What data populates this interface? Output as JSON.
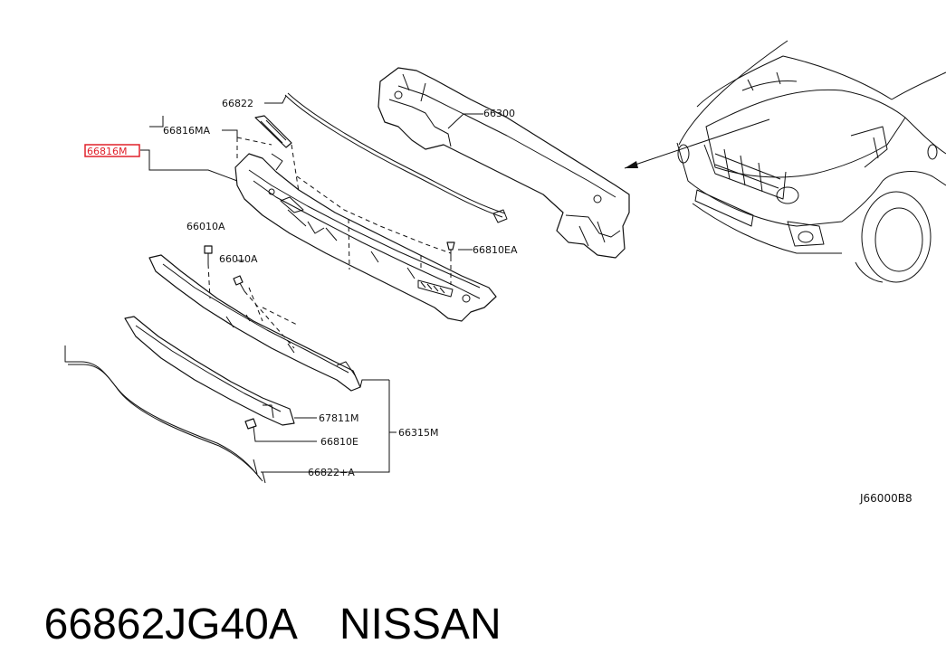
{
  "diagram": {
    "code": "J66000B8",
    "labels": {
      "p66822": "66822",
      "p66816MA": "66816MA",
      "p66816M": "66816M",
      "p66300": "66300",
      "p66010A_1": "66010A",
      "p66010A_2": "66010A",
      "p66810EA": "66810EA",
      "p67811M": "67811M",
      "p66810E": "66810E",
      "p66315M": "66315M",
      "p66822A": "66822+A"
    },
    "highlight_color": "#e0202a"
  },
  "caption": {
    "part_number": "66862JG40A",
    "brand": "NISSAN"
  }
}
